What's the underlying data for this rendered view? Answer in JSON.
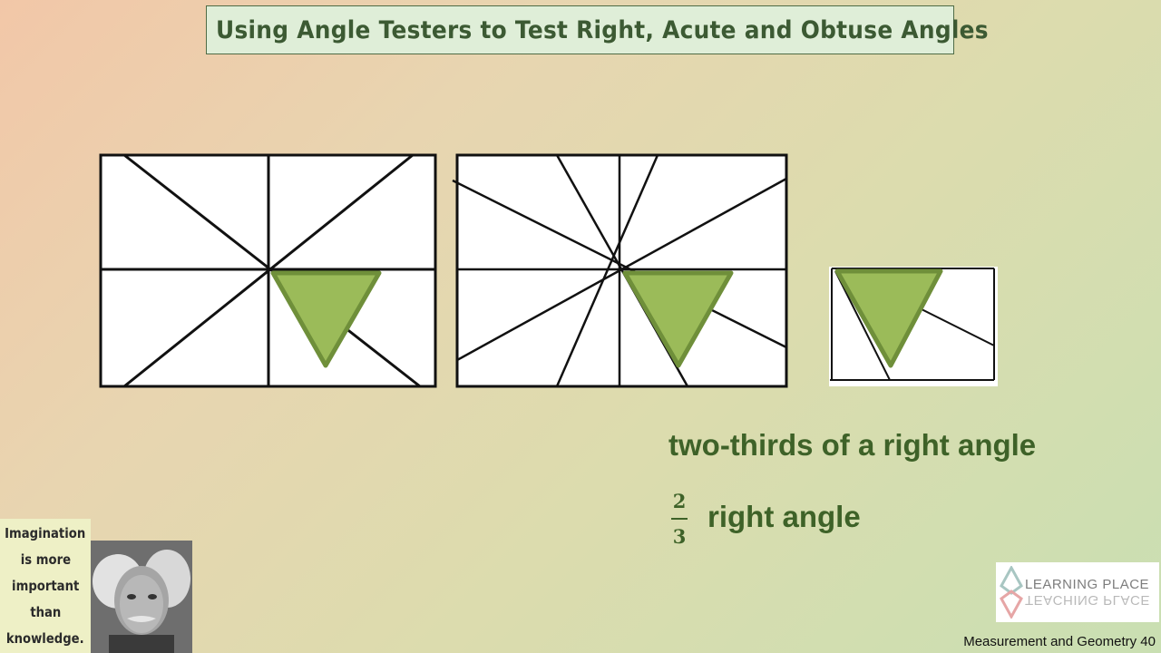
{
  "slide": {
    "title": "Using Angle Testers to Test Right, Acute and Obtuse Angles",
    "caption_words": "two-thirds of a right angle",
    "fraction": {
      "numerator": "2",
      "denominator": "3"
    },
    "caption_fraction_suffix": "right angle",
    "footer": "Measurement and Geometry 40"
  },
  "quote": {
    "lines": [
      "Imagination",
      "is more",
      "important",
      "than",
      "knowledge."
    ]
  },
  "logo": {
    "top_text": "LEARNING PLACE",
    "mirrored_text": "TEACHING PLACE"
  },
  "colors": {
    "tester_fill": "#9bbb59",
    "tester_stroke": "#6f8f3a",
    "caption": "#3e6228",
    "title_text": "#3c5a33",
    "title_bg": "#dfeed8"
  }
}
